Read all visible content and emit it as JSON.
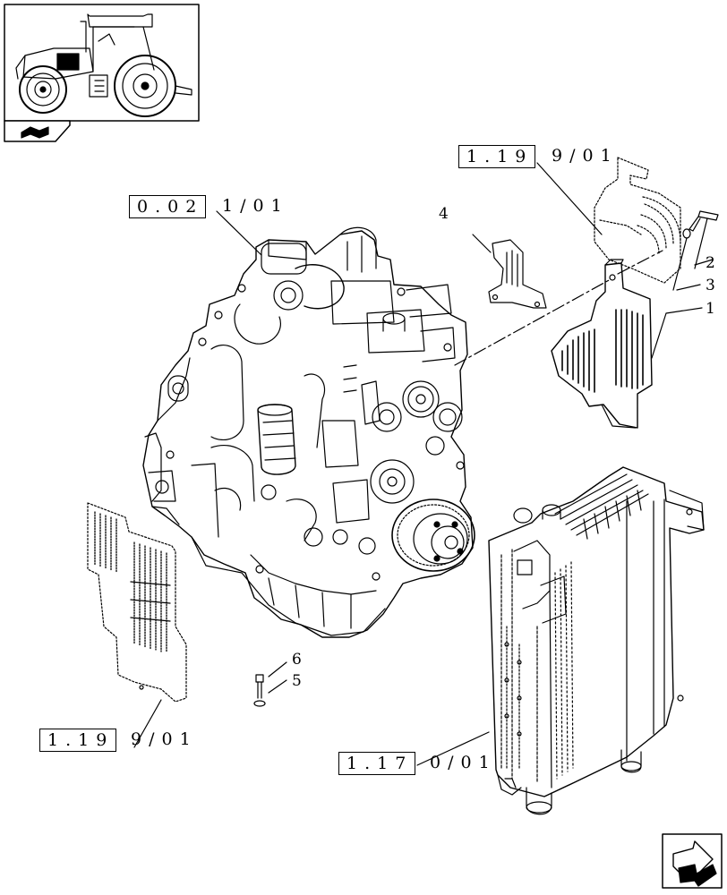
{
  "references": {
    "engine_ref": {
      "box": "0.02",
      "sub": "1/01"
    },
    "shield_top_ref": {
      "box": "1.19",
      "sub": "9/01"
    },
    "shield_left_ref": {
      "box": "1.19",
      "sub": "9/01"
    },
    "radiator_ref": {
      "box": "1.17",
      "sub": "0/01"
    }
  },
  "callouts": {
    "c1": "1",
    "c2": "2",
    "c3": "3",
    "c4": "4",
    "c5": "5",
    "c6": "6"
  },
  "icons": {
    "thumbnail": "tractor-location-icon",
    "nav": "next-page-arrow-icon",
    "small_nav": "book-arrow-icon"
  }
}
